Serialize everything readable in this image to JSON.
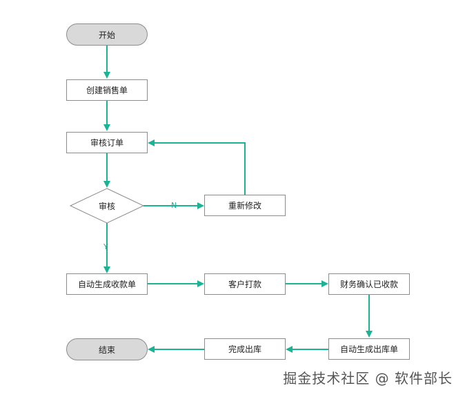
{
  "colors": {
    "connector": "#1ab394",
    "node_border": "#8c8c8c",
    "terminal_fill": "#d9d9d9"
  },
  "nodes": {
    "start": "开始",
    "create_sales_order": "创建销售单",
    "review_order": "审核订单",
    "review_decision": "审核",
    "re_edit": "重新修改",
    "auto_gen_receipt": "自动生成收款单",
    "customer_pay": "客户打款",
    "finance_confirm": "财务确认已收款",
    "auto_gen_outbound": "自动生成出库单",
    "complete_outbound": "完成出库",
    "end": "结束"
  },
  "edge_labels": {
    "no": "N",
    "yes": "Y"
  },
  "watermark": "掘金技术社区 @ 软件部长"
}
